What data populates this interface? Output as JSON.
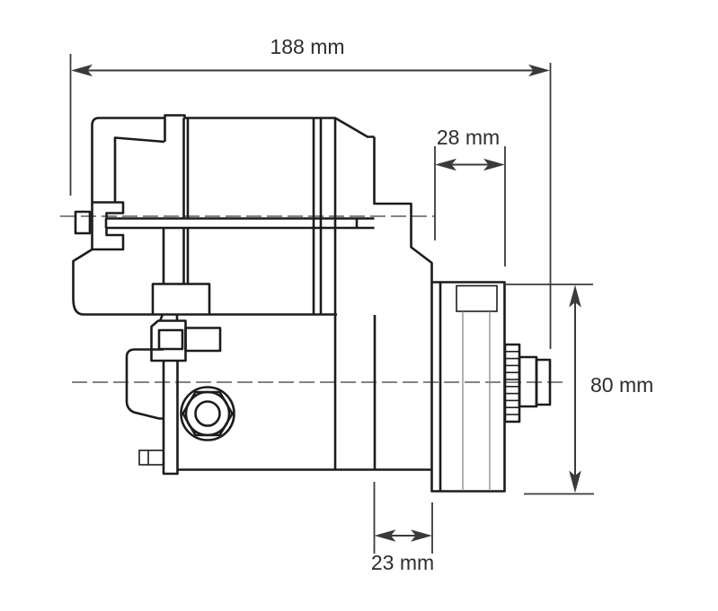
{
  "diagram": {
    "title": "starter-motor-dimensional-drawing",
    "dimensions": {
      "overall_length": {
        "label": "188 mm",
        "axis": "horizontal"
      },
      "flange_depth": {
        "label": "28 mm",
        "axis": "horizontal"
      },
      "mount_diameter": {
        "label": "80 mm",
        "axis": "vertical"
      },
      "bracket_offset": {
        "label": "23 mm",
        "axis": "horizontal"
      }
    }
  }
}
